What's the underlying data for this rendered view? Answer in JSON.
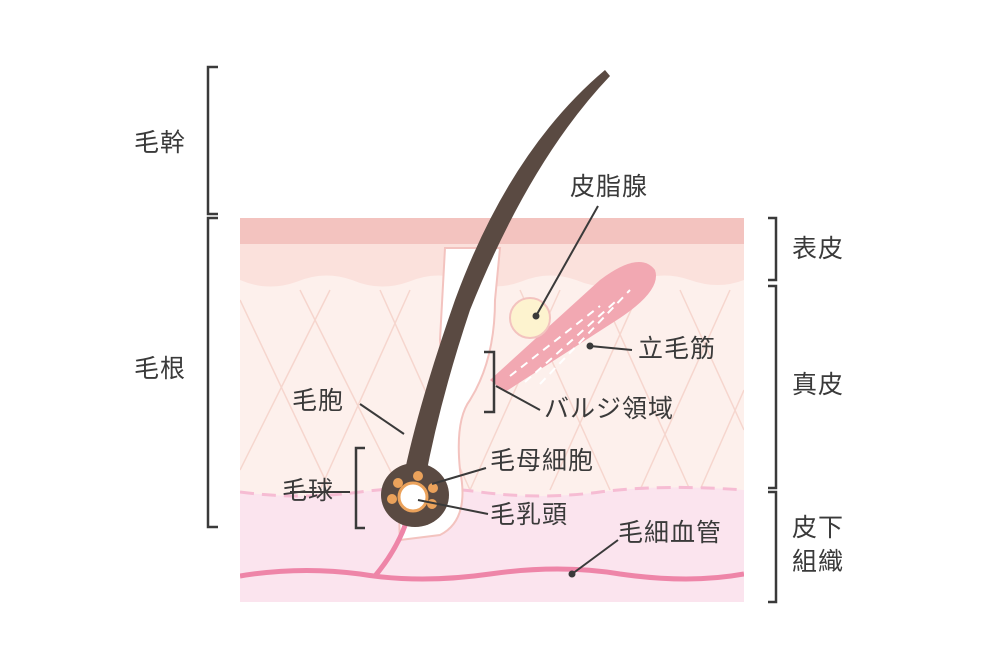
{
  "labels": {
    "hair_shaft": "毛幹",
    "hair_root": "毛根",
    "sebaceous_gland": "皮脂腺",
    "epidermis": "表皮",
    "arrector_pili": "立毛筋",
    "dermis": "真皮",
    "hair_follicle": "毛胞",
    "bulge_region": "バルジ領域",
    "hair_matrix_cells": "毛母細胞",
    "hair_bulb": "毛球",
    "dermal_papilla": "毛乳頭",
    "capillary": "毛細血管",
    "subcutaneous_line1": "皮下",
    "subcutaneous_line2": "組織"
  },
  "colors": {
    "hair": "#5a4a42",
    "epidermis_top": "#f3c3bf",
    "epidermis": "#fbe1dc",
    "dermis": "#fdf0ec",
    "subcutaneous": "#fbe4ee",
    "vessel": "#ee85a8",
    "muscle": "#f2a8b2",
    "bulb_cells": "#eba25b",
    "bracket": "#3a3a3a"
  }
}
